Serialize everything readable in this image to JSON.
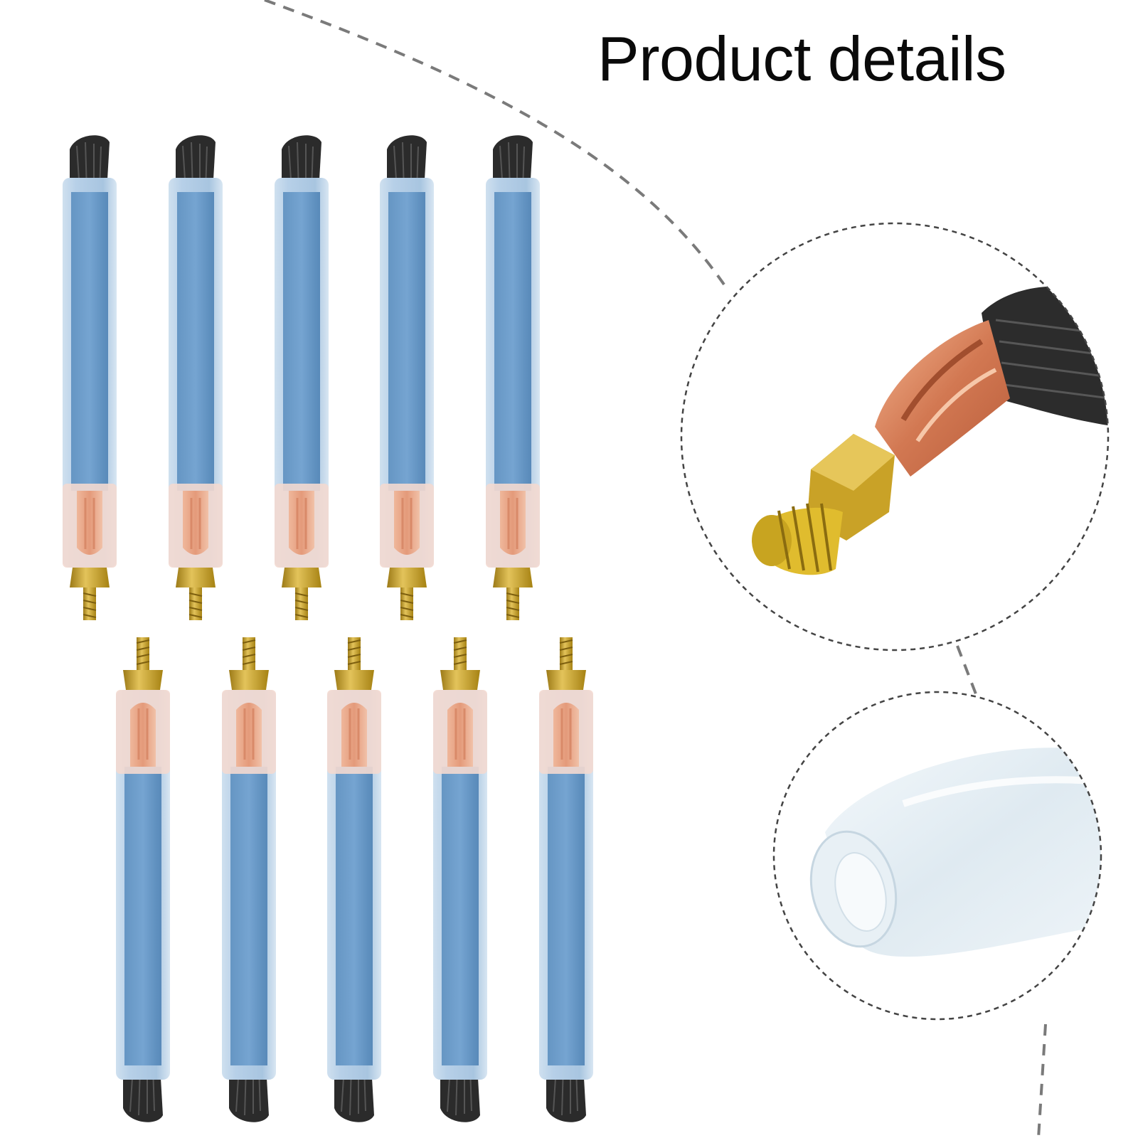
{
  "header": {
    "title": "Product details"
  },
  "product": {
    "pieces_shown": 10,
    "rows": [
      {
        "orientation": "brush-up",
        "count": 5
      },
      {
        "orientation": "brush-down",
        "count": 5
      }
    ]
  },
  "detail_views": [
    {
      "name": "copper-terminal-closeup"
    },
    {
      "name": "silicone-tube-closeup"
    }
  ],
  "colors": {
    "tube": "#a9c7e2",
    "tube_core": "#5b92c4",
    "copper": "#d9815a",
    "brass": "#c9a227",
    "brush": "#2a2a2a",
    "dashed_line": "#777777"
  }
}
